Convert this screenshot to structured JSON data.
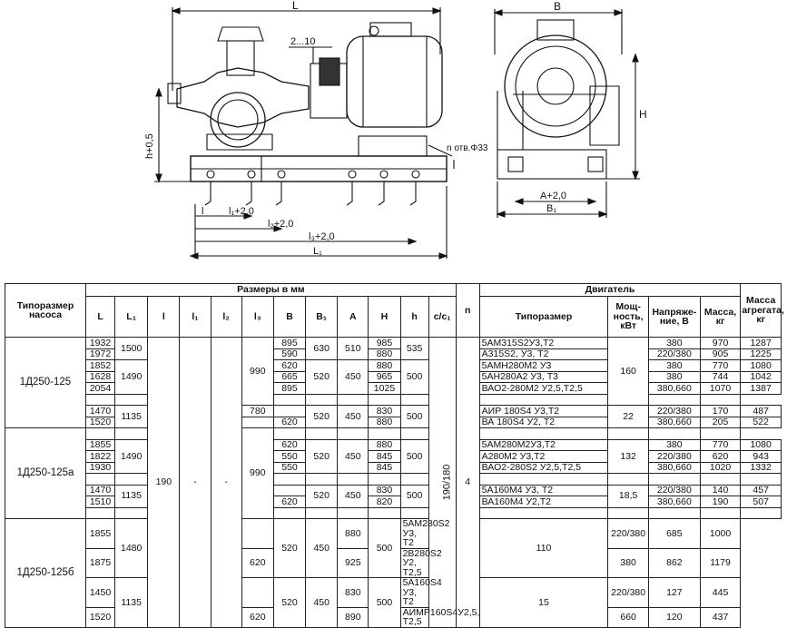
{
  "drawing": {
    "side_labels": {
      "L": "L",
      "dim_2_10": "2...10",
      "h05": "h+0,5",
      "l": "l",
      "l1": "l₁+2,0",
      "l2": "l₂+2,0",
      "l3": "l₃+2,0",
      "L1": "L₁",
      "holes": "n отв.Φ33"
    },
    "end_labels": {
      "B": "B",
      "H": "H",
      "A": "A+2,0",
      "B1": "B₁"
    }
  },
  "table": {
    "headers": {
      "type": "Типоразмер насоса",
      "sizes": "Размеры в мм",
      "n": "n",
      "motor": "Двигатель",
      "unit_mass": "Масса агрегата, кг",
      "L": "L",
      "L1": "L₁",
      "l": "l",
      "l1": "l₁",
      "l2": "l₂",
      "l3": "l₃",
      "B": "B",
      "B1": "B₁",
      "A": "A",
      "H": "H",
      "h": "h",
      "cc1": "c/c₁",
      "motor_type": "Типоразмер",
      "power": "Мощ-ность, кВт",
      "voltage": "Напряже-ние, В",
      "motor_mass": "Масса, кг"
    },
    "groups": [
      "1Д250-125",
      "1Д250-125а",
      "1Д250-125б"
    ],
    "common": {
      "l": "190",
      "l1": "-",
      "l2": "-",
      "cc1": "190/180",
      "n": "4"
    },
    "L": [
      "1932",
      "1972",
      "1852",
      "1628",
      "2054",
      "",
      "1470",
      "1520",
      "",
      "1855",
      "1822",
      "1930",
      "",
      "1470",
      "1510",
      "",
      "1855",
      "1875",
      "1450",
      "1520"
    ],
    "L1": [
      "1500",
      "1490",
      "1135",
      "1490",
      "1135",
      "1480",
      "1135"
    ],
    "l3": [
      "990",
      "780",
      "990"
    ],
    "B": [
      "895",
      "590",
      "620",
      "665",
      "895",
      "",
      "",
      "620",
      "",
      "620",
      "550",
      "550",
      "",
      "",
      "620",
      "",
      "",
      "620",
      "",
      "620"
    ],
    "B1": [
      "630",
      "520",
      "520",
      "520",
      "520",
      "520",
      "520"
    ],
    "A": [
      "510",
      "450",
      "450",
      "450",
      "450",
      "450",
      "450"
    ],
    "H": [
      "985",
      "880",
      "880",
      "965",
      "1025",
      "",
      "830",
      "880",
      "",
      "880",
      "845",
      "845",
      "",
      "830",
      "820",
      "",
      "880",
      "925",
      "830",
      "890"
    ],
    "h": [
      "535",
      "500",
      "500",
      "500",
      "500",
      "500",
      "500"
    ],
    "motor_type": [
      "5АМ315S2У3,Т2",
      "А315S2, У3, Т2",
      "5АМН280М2 У3",
      "5АН280А2 У3, Т3",
      "ВАО2-280М2 У2,5,Т2,5",
      "",
      "АИР 180S4 У3,Т2",
      "ВА 180S4 У2, Т2",
      "",
      "5АМ280М2У3,Т2",
      "А280М2 У3,Т2",
      "ВАО2-280S2 У2,5,Т2,5",
      "",
      "5А160М4 У3, Т2",
      "ВА160М4 У2,Т2",
      "",
      "5АМ280S2 У3, Т2",
      "2В280S2 У2, Т2,5",
      "5А160S4 У3, Т2",
      "АИМР160S4У2,5, Т2,5"
    ],
    "power": [
      "160",
      "22",
      "132",
      "18,5",
      "110",
      "15"
    ],
    "voltage": [
      "380",
      "220/380",
      "380",
      "380",
      "380,660",
      "",
      "220/380",
      "380,660",
      "",
      "380",
      "220/380",
      "380,660",
      "",
      "220/380",
      "380,660",
      "",
      "220/380",
      "380",
      "220/380",
      "660"
    ],
    "motor_mass": [
      "970",
      "905",
      "770",
      "744",
      "1070",
      "",
      "170",
      "205",
      "",
      "770",
      "620",
      "1020",
      "",
      "140",
      "190",
      "",
      "685",
      "862",
      "127",
      "120"
    ],
    "unit_mass": [
      "1287",
      "1225",
      "1080",
      "1042",
      "1387",
      "",
      "487",
      "522",
      "",
      "1080",
      "943",
      "1332",
      "",
      "457",
      "507",
      "",
      "1000",
      "1179",
      "445",
      "437"
    ]
  }
}
